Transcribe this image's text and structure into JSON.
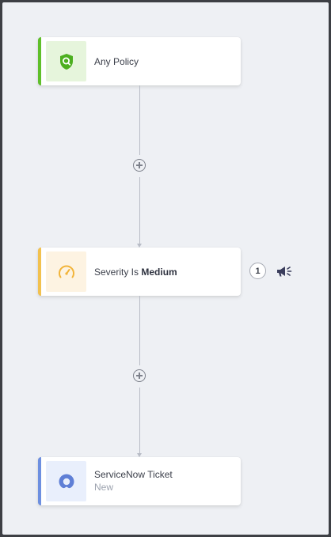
{
  "colors": {
    "policy_accent": "#5fbf2a",
    "severity_accent": "#f2c14e",
    "ticket_accent": "#6d8fe0"
  },
  "workflow": {
    "trigger": {
      "label": "Any Policy",
      "icon": "shield-search-icon"
    },
    "condition": {
      "label_prefix": "Severity Is",
      "label_value": "Medium",
      "icon": "gauge-icon",
      "action_count": "1",
      "notify_icon": "megaphone-icon"
    },
    "action": {
      "label": "ServiceNow Ticket",
      "status": "New",
      "icon": "servicenow-icon"
    },
    "add_step_icon": "plus-circle-icon"
  }
}
